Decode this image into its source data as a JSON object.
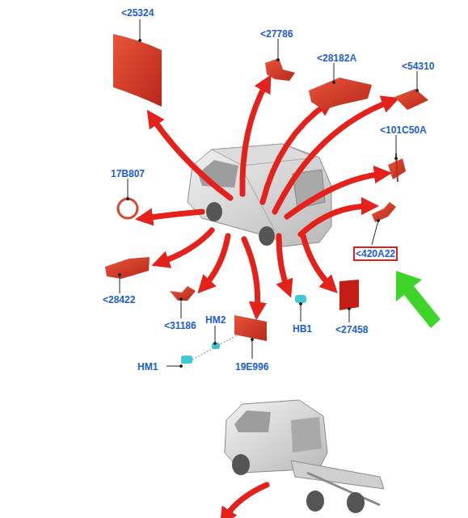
{
  "diagram": {
    "nodes": [
      {
        "text": [
          "<420A22"
        ]
      }
    ],
    "labels": [
      "<25324",
      "<27786",
      "<28182A",
      "<54310",
      "<101C50A",
      "17B807",
      "<28422",
      "<31186",
      "HM2",
      "HM1",
      "19E996",
      "HB1",
      "<27458"
    ]
  }
}
